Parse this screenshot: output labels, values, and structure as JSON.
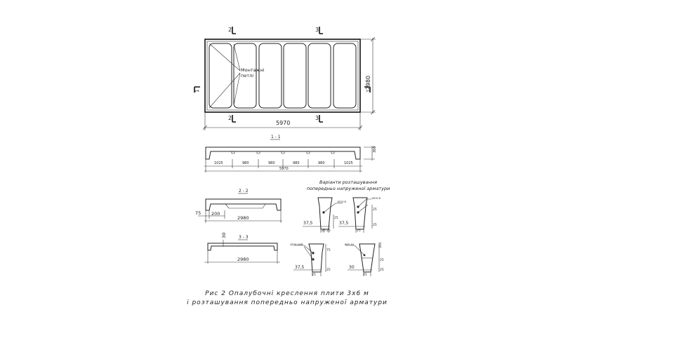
{
  "plan": {
    "section_marks": [
      "2",
      "3",
      "2",
      "3"
    ],
    "callout": [
      "Монтажні",
      "петлі"
    ],
    "length": "5970",
    "width": "2980",
    "side_mark": "1"
  },
  "section_1": {
    "title": "1 - 1",
    "spans": [
      "1025",
      "980",
      "980",
      "980",
      "980",
      "1025"
    ],
    "total": "5970",
    "height": "300"
  },
  "section_2": {
    "title": "2 - 2",
    "rib": "75",
    "rib_inner": "200",
    "width": "2980"
  },
  "section_3": {
    "title": "3 - 3",
    "thickness": "30",
    "width": "2980"
  },
  "variants": {
    "title": [
      "Варіанти розташування",
      "попередньо напруженої арматури"
    ],
    "rebar_labels": [
      "1Ø10 В",
      "1Ø10 В",
      "2Ø16 AIIIВ",
      "6Ø5 АІІ"
    ],
    "dims_a": [
      "37,5",
      "25",
      "25",
      "25"
    ],
    "dims_b": [
      "37,5",
      "25",
      "25",
      "25"
    ],
    "dims_c": [
      "37,5",
      "25",
      "75",
      "25"
    ],
    "dims_d": [
      "30",
      "25",
      "25",
      "25",
      "300"
    ]
  },
  "caption": {
    "line1": "Рис 2  Опалубочні креслення плити 3х6 м",
    "line2": "і розташування попередньо напруженої арматури"
  }
}
